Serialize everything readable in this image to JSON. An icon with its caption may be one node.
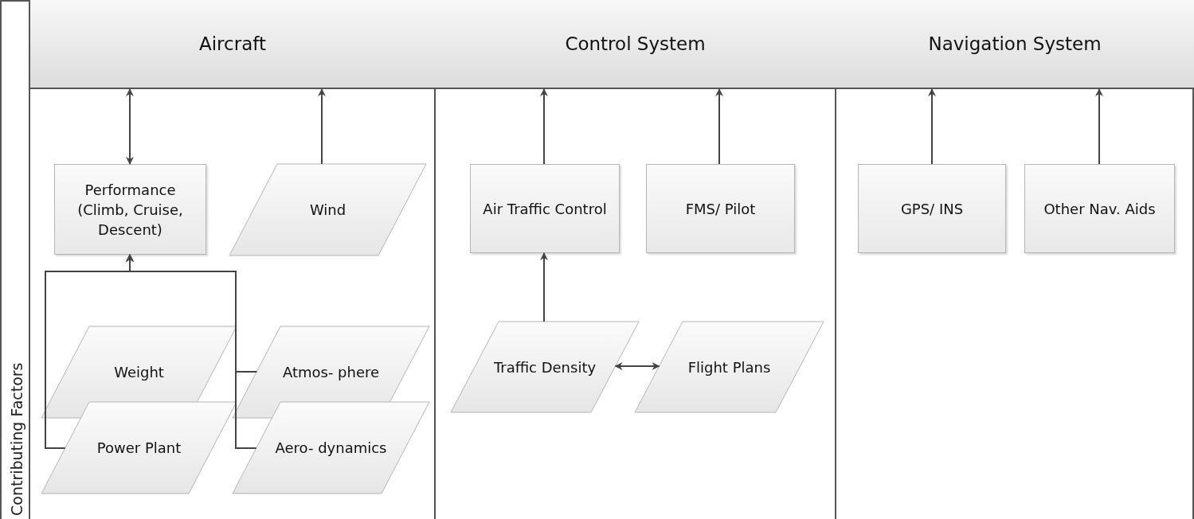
{
  "diagram": {
    "nodes": [
      {
        "text": [
          "Contributing Factors"
        ]
      },
      {
        "text": [
          "Aircraft"
        ]
      },
      {
        "text": [
          "Control System"
        ]
      },
      {
        "text": [
          "Navigation System"
        ]
      },
      {
        "text": [
          "Performance (Climb, Cruise, Descent)"
        ]
      },
      {
        "text": [
          "Wind"
        ]
      },
      {
        "text": [
          "Weight"
        ]
      },
      {
        "text": [
          "Atmos- phere"
        ]
      },
      {
        "text": [
          "Power Plant"
        ]
      },
      {
        "text": [
          "Aero- dynamics"
        ]
      },
      {
        "text": [
          "Air Traffic Control"
        ]
      },
      {
        "text": [
          "FMS/ Pilot"
        ]
      },
      {
        "text": [
          "Traffic Density"
        ]
      },
      {
        "text": [
          "Flight Plans"
        ]
      },
      {
        "text": [
          "GPS/ INS"
        ]
      },
      {
        "text": [
          "Other Nav. Aids"
        ]
      }
    ],
    "edges": [
      {
        "from": 4,
        "to": 1,
        "arrow": "both"
      },
      {
        "from": 5,
        "to": 1,
        "arrow": "to"
      },
      {
        "from": 6,
        "to": 4,
        "arrow": "to"
      },
      {
        "from": 8,
        "to": 4,
        "arrow": "to"
      },
      {
        "from": 7,
        "to": 4,
        "arrow": "to"
      },
      {
        "from": 9,
        "to": 4,
        "arrow": "to"
      },
      {
        "from": 10,
        "to": 2,
        "arrow": "to"
      },
      {
        "from": 11,
        "to": 2,
        "arrow": "to"
      },
      {
        "from": 12,
        "to": 10,
        "arrow": "to"
      },
      {
        "from": 12,
        "to": 13,
        "arrow": "both"
      },
      {
        "from": 14,
        "to": 3,
        "arrow": "to"
      },
      {
        "from": 15,
        "to": 3,
        "arrow": "to"
      }
    ]
  }
}
